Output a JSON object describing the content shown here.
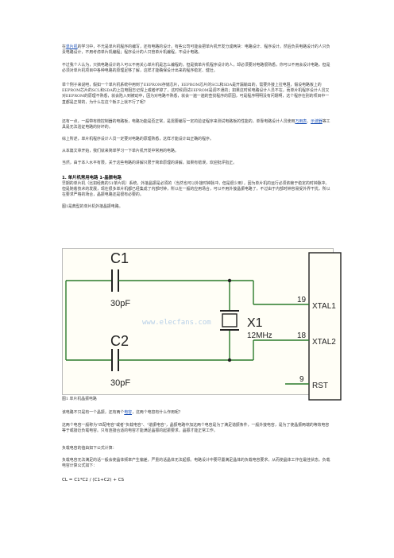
{
  "intro": {
    "p1_a": "在",
    "p1_link": "单片机",
    "p1_b": "的学习中，不光是单片机程序的编写，还有电路的设计。有些公司可能会把单片机开发分成两块：电路设计、程序设计。然后负责电路设计的人只负责电路设计，不用考虑单片机编程；程序设计的人只管单片机编程，不设计电路。",
    "p2": "不过我个人认为，只搞电路设计的人可以不用关心单片机是怎么编程的，但是搞单片机程序设计的人，却必须要对电路很熟悉，你可以不用会设计电路，但是必须对单片机项目中各种电路的原理足够了解，这样才能确保设计出来的程序稳定、健壮。",
    "p3": "举个例子来说吧，假如一个单片机系统中用到了EEPROM存储芯片，EEPROM芯片的SCL和SDA是开漏输出的，需要外接上拉电阻，假设电路板上的EEPROM芯片的SCL和SDA的上拉电阻忘记焊上或者坏掉了，这时候调试EEPROM是调不通的；如果这时候电路设计人员不在，而单片机程序设计人员又对EEPROM的原理不熟悉，就会陷入到被动中，因为对电路不熟悉，就会一遍一遍的查找程序的原因，可是程序明明没有问题啊，这个程序在别的项目中一直都是正常的，为什么在这个板子上就不行了呢？",
    "p4_a": "还有一点，一般带有微控制器的电路板，电路功能是否正常，是需要编写一定的验证程序来测试电路板的性能的，单靠电路设计人员使用",
    "p4_link1": "万用表",
    "p4_b": "、",
    "p4_link2": "示波器",
    "p4_c": "等工具是无法验证电路的好坏的。",
    "p5": "综上所述，单片机程序设计人员一定要对电路的原理熟悉，这样才能设计出正确的程序。",
    "p6": "从本篇文章开始，我们就来简单学习一下单片机开发中常用的电路。",
    "p7": "当然，由于本人水平有限，关于这些电路的讲解只限于简单原理的讲解，如果有错误，欢迎批评指正。"
  },
  "section1": {
    "heading": "1. 单片机常用电路 1-晶振电路",
    "p1": "早期的单片机（比如经典的51单片机）系统，外接晶振是必须的（当然也可以外接时钟脉冲，但是很少用），因为单片机的运行必须依赖于稳定的时钟脉冲。但是随着技术的发展，现在很多单片机都已经集成了内部时钟，所以在一般的应用场合，可以不用外接晶振电路了，不过由于内部时钟容易受外界干扰，所以在要求严格的场合，晶振电路还是很有必要的。",
    "fig_intro": "图1是典型的单片机外接晶振电路。"
  },
  "schematic": {
    "c1_label": "C1",
    "c1_value": "30pF",
    "c2_label": "C2",
    "c2_value": "30pF",
    "x1_label": "X1",
    "x1_value": "12MHz",
    "pin19": "19",
    "pin18": "18",
    "pin9": "9",
    "xtal1": "XTAL1",
    "xtal2": "XTAL2",
    "rst": "RST",
    "watermark": "www.elecfans.com"
  },
  "body2": {
    "caption": "图1 单片机晶振电路",
    "p1_a": "该电路不只是有一个晶振，还有两个",
    "p1_link": "电容",
    "p1_b": "，这两个电容有什么作用呢？",
    "p2": "这两个电容一般称为\"匹配电容\"或者\"负载电容\"、\"谐振电容\"，晶振电路中加这两个电容是为了满足谐振条件，一般外接电容，是为了使晶振两端的等效电容等于或接近负载电容。只有连接合适的电容才能满足晶振的起振要求，晶振才能正常工作。",
    "p3": "负载电容的值由如下公式计算：",
    "p4": "负载电容无法满足的话一般会使晶体频率产生偏差，严重的话晶体无法起振。电路设计中要尽量满足晶体的负载电容要求，从而使晶体工作在最佳状态。负载电容计算公式如下：",
    "formula": "CL = C1*C2 / (C1+C2) + CS"
  }
}
